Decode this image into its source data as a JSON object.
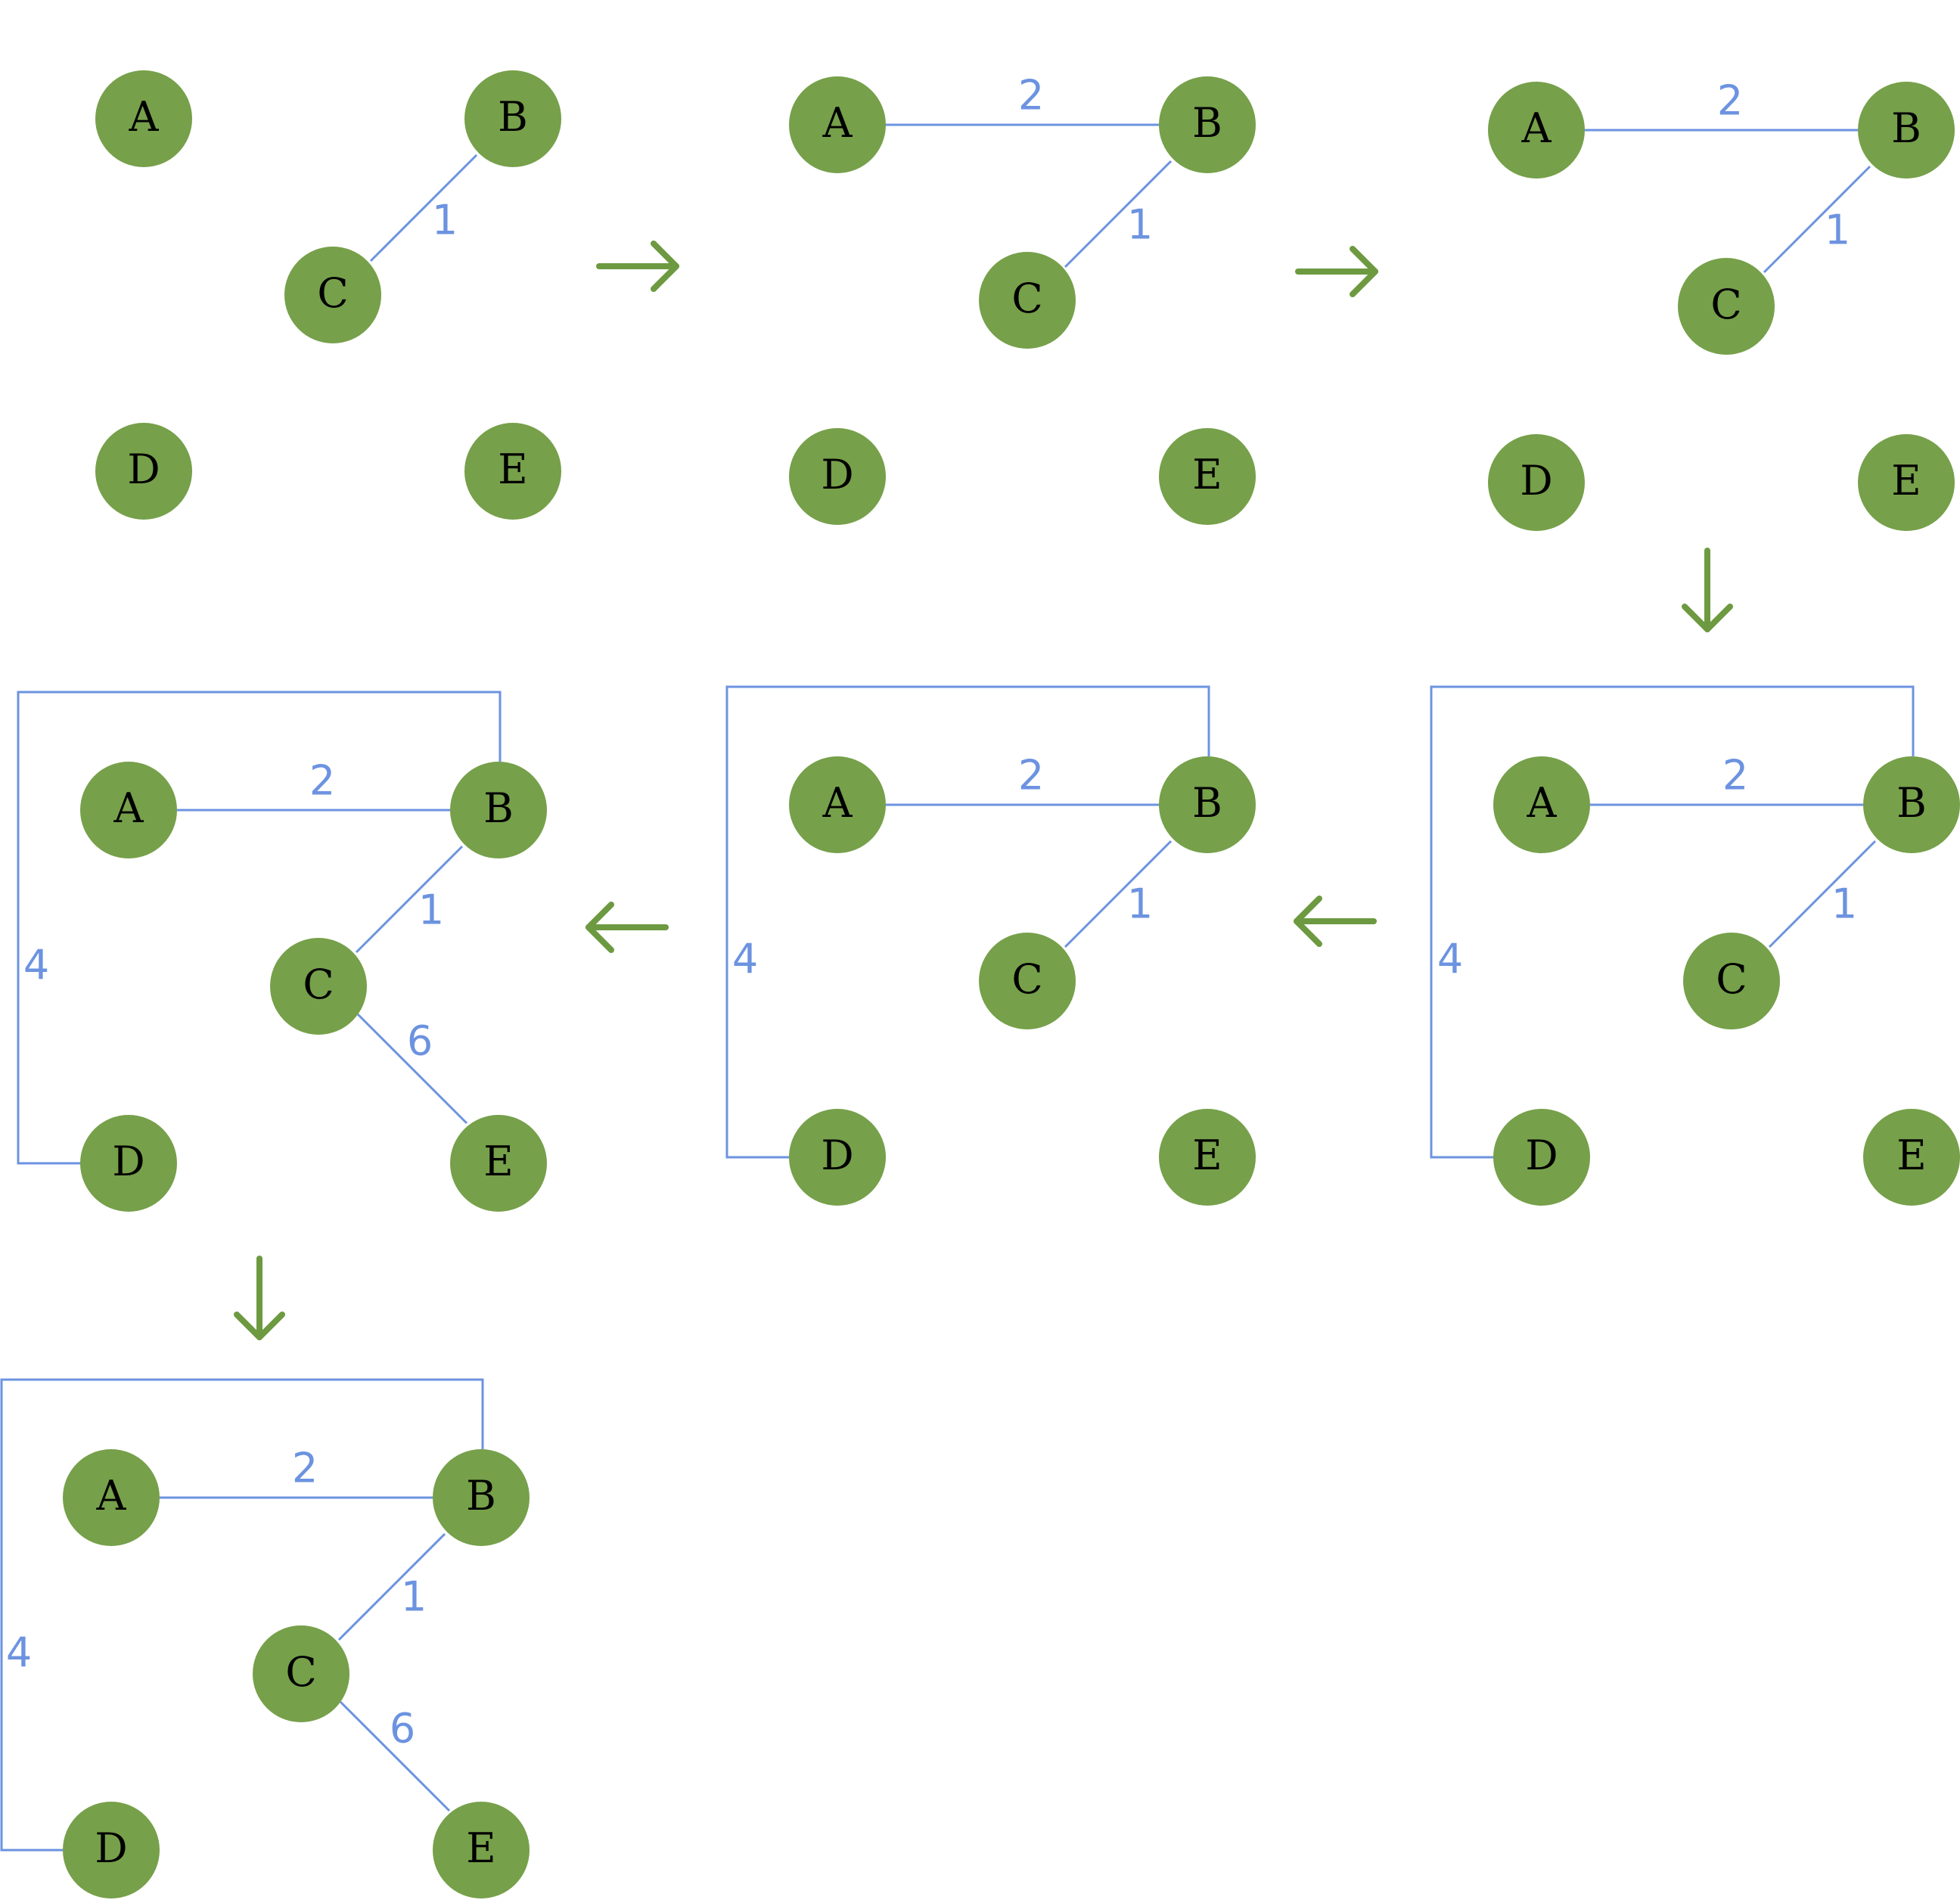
{
  "colors": {
    "node_fill": "#76a04a",
    "node_text": "#000000",
    "edge": "#6c93e0",
    "edge_label": "#6c93e0",
    "arrow": "#6d9a41",
    "background": "#ffffff"
  },
  "steps": [
    {
      "id": "step-1",
      "nodes": [
        "A",
        "B",
        "C",
        "D",
        "E"
      ],
      "edges": [
        {
          "from": "B",
          "to": "C",
          "weight": "1"
        }
      ]
    },
    {
      "id": "step-2",
      "nodes": [
        "A",
        "B",
        "C",
        "D",
        "E"
      ],
      "edges": [
        {
          "from": "A",
          "to": "B",
          "weight": "2"
        },
        {
          "from": "B",
          "to": "C",
          "weight": "1"
        }
      ]
    },
    {
      "id": "step-3",
      "nodes": [
        "A",
        "B",
        "C",
        "D",
        "E"
      ],
      "edges": [
        {
          "from": "A",
          "to": "B",
          "weight": "2"
        },
        {
          "from": "B",
          "to": "C",
          "weight": "1"
        }
      ]
    },
    {
      "id": "step-4",
      "nodes": [
        "A",
        "B",
        "C",
        "D",
        "E"
      ],
      "edges": [
        {
          "from": "A",
          "to": "B",
          "weight": "2"
        },
        {
          "from": "B",
          "to": "C",
          "weight": "1"
        },
        {
          "from": "B",
          "to": "D",
          "weight": "4"
        }
      ]
    },
    {
      "id": "step-5",
      "nodes": [
        "A",
        "B",
        "C",
        "D",
        "E"
      ],
      "edges": [
        {
          "from": "A",
          "to": "B",
          "weight": "2"
        },
        {
          "from": "B",
          "to": "C",
          "weight": "1"
        },
        {
          "from": "B",
          "to": "D",
          "weight": "4"
        }
      ]
    },
    {
      "id": "step-6",
      "nodes": [
        "A",
        "B",
        "C",
        "D",
        "E"
      ],
      "edges": [
        {
          "from": "A",
          "to": "B",
          "weight": "2"
        },
        {
          "from": "B",
          "to": "C",
          "weight": "1"
        },
        {
          "from": "B",
          "to": "D",
          "weight": "4"
        },
        {
          "from": "C",
          "to": "E",
          "weight": "6"
        }
      ]
    },
    {
      "id": "step-7",
      "nodes": [
        "A",
        "B",
        "C",
        "D",
        "E"
      ],
      "edges": [
        {
          "from": "A",
          "to": "B",
          "weight": "2"
        },
        {
          "from": "B",
          "to": "C",
          "weight": "1"
        },
        {
          "from": "B",
          "to": "D",
          "weight": "4"
        },
        {
          "from": "C",
          "to": "E",
          "weight": "6"
        }
      ]
    }
  ],
  "arrows": [
    {
      "from": "step-1",
      "to": "step-2",
      "direction": "right"
    },
    {
      "from": "step-2",
      "to": "step-3",
      "direction": "right"
    },
    {
      "from": "step-3",
      "to": "step-4",
      "direction": "down"
    },
    {
      "from": "step-4",
      "to": "step-5",
      "direction": "left"
    },
    {
      "from": "step-5",
      "to": "step-6",
      "direction": "left"
    },
    {
      "from": "step-6",
      "to": "step-7",
      "direction": "down"
    }
  ]
}
